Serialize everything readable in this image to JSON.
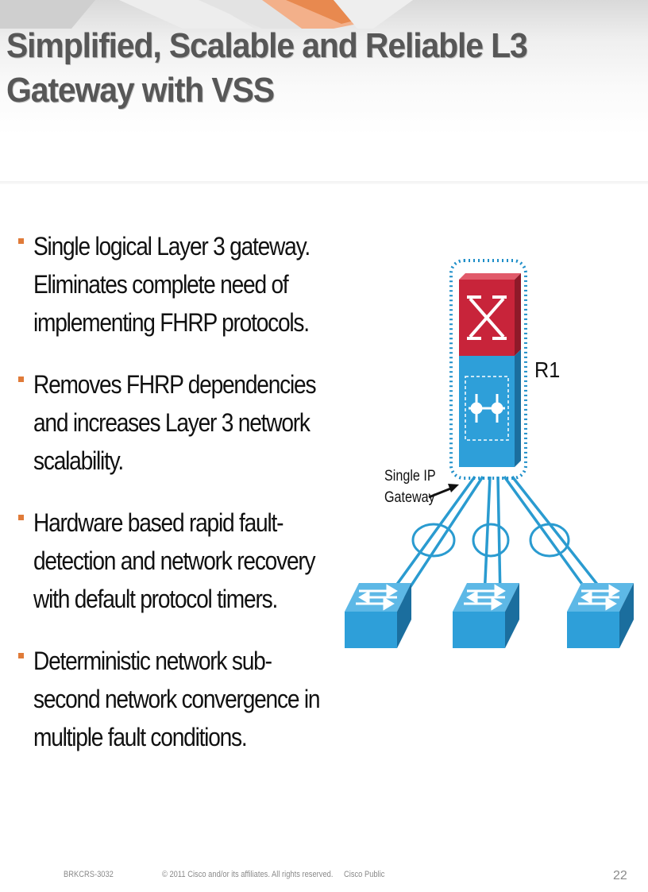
{
  "slide": {
    "title": "Simplified, Scalable and Reliable L3 Gateway with VSS",
    "bullets": [
      "Single logical Layer 3 gateway. Eliminates complete need of implementing FHRP protocols.",
      "Removes FHRP dependencies and increases Layer 3 network scalability.",
      "Hardware based rapid fault-detection and network recovery with default protocol timers.",
      "Deterministic network sub-second network convergence in multiple fault conditions."
    ]
  },
  "diagram": {
    "router_label": "R1",
    "gateway_label": "Single IP Gateway",
    "colors": {
      "router_top": "#c8243a",
      "switch_blue": "#2e9fd9",
      "dotted_outline": "#1f8fc9",
      "bullet": "#e07b39"
    }
  },
  "footer": {
    "course_code": "BRKCRS-3032",
    "copyright": "© 2011 Cisco and/or its affiliates. All rights reserved.",
    "classification": "Cisco Public",
    "page_number": "22"
  }
}
